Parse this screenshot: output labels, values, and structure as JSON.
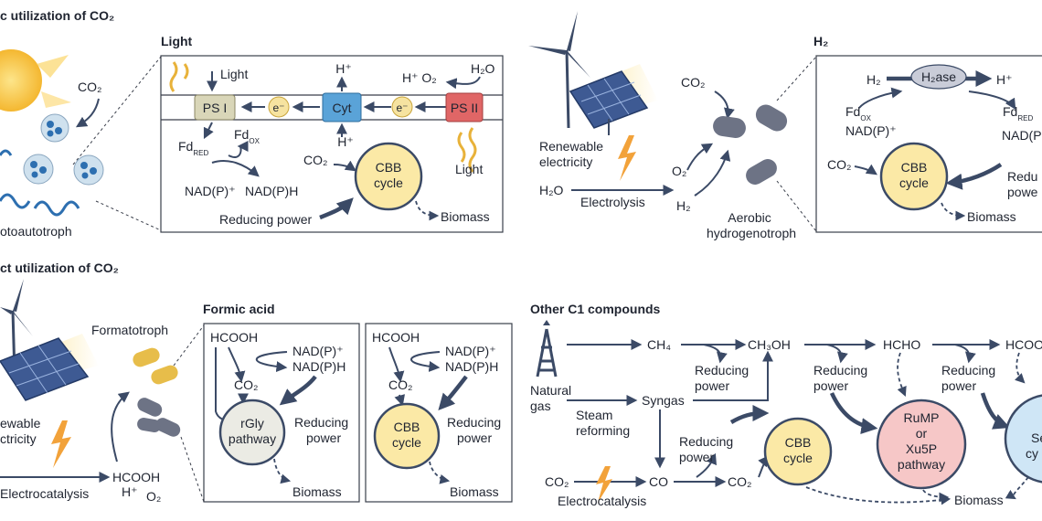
{
  "section_titles": {
    "direct": "c utilization of CO₂",
    "indirect": "ct utilization of CO₂"
  },
  "panel_titles": {
    "light": "Light",
    "h2": "H₂",
    "formic_acid": "Formic acid",
    "other_c1": "Other C1 compounds"
  },
  "light_panel": {
    "light_top": "Light",
    "light_bottom": "Light",
    "ps1": "PS I",
    "ps2": "PS II",
    "cyt": "Cyt",
    "e": "e⁻",
    "h_plus_top": "H⁺",
    "h_plus_bottom": "H⁺",
    "h_o2": "H⁺ O₂",
    "h2o": "H₂O",
    "fd_red": "Fd",
    "fd_red_sub": "RED",
    "fd_ox": "Fd",
    "fd_ox_sub": "OX",
    "nadp": "NAD(P)⁺",
    "nadph": "NAD(P)H",
    "co2": "CO₂",
    "cbb1": "CBB",
    "cbb2": "cycle",
    "reducing_power": "Reducing power",
    "biomass": "Biomass"
  },
  "left_top": {
    "co2": "CO₂",
    "organism": "otoautotroph"
  },
  "hydrogenotroph": {
    "renewable1": "Renewable",
    "renewable2": "electricity",
    "h2o": "H₂O",
    "electrolysis": "Electrolysis",
    "co2": "CO₂",
    "o2": "O₂",
    "h2": "H₂",
    "organism1": "Aerobic",
    "organism2": "hydrogenotroph"
  },
  "h2_panel": {
    "h2": "H₂",
    "h2ase": "H₂ase",
    "h_plus": "H⁺",
    "fd_ox": "Fd",
    "fd_ox_sub": "OX",
    "fd_red": "Fd",
    "fd_red_sub": "RED",
    "nadp": "NAD(P)⁺",
    "nadph": "NAD(P",
    "co2": "CO₂",
    "cbb1": "CBB",
    "cbb2": "cycle",
    "reducing1": "Redu",
    "reducing2": "powe",
    "biomass": "Biomass"
  },
  "formic": {
    "formatotroph": "Formatotroph",
    "renewable1": "ewable",
    "renewable2": "ctricity",
    "electrocatalysis": "Electrocatalysis",
    "hcooh": "HCOOH",
    "h_plus": "H⁺",
    "o2": "O₂",
    "box1": {
      "hcooh": "HCOOH",
      "nadp": "NAD(P)⁺",
      "nadph": "NAD(P)H",
      "co2": "CO₂",
      "cycle1": "rGly",
      "cycle2": "pathway",
      "reducing1": "Reducing",
      "reducing2": "power",
      "biomass": "Biomass"
    },
    "box2": {
      "hcooh": "HCOOH",
      "nadp": "NAD(P)⁺",
      "nadph": "NAD(P)H",
      "co2": "CO₂",
      "cycle1": "CBB",
      "cycle2": "cycle",
      "reducing1": "Reducing",
      "reducing2": "power",
      "biomass": "Biomass"
    }
  },
  "c1": {
    "natural_gas1": "Natural",
    "natural_gas2": "gas",
    "ch4": "CH₄",
    "ch3oh": "CH₃OH",
    "hcho": "HCHO",
    "hcooh": "HCOO",
    "reducing1": "Reducing",
    "reducing2": "power",
    "steam1": "Steam",
    "steam2": "reforming",
    "syngas": "Syngas",
    "co2_left": "CO₂",
    "co": "CO",
    "co2_mid": "CO₂",
    "electrocatalysis": "Electrocatalysis",
    "cbb1": "CBB",
    "cbb2": "cycle",
    "rump1": "RuMP",
    "rump2": "or",
    "rump3": "Xu5P",
    "rump4": "pathway",
    "ser1": "Se",
    "ser2": "cy",
    "biomass": "Biomass"
  },
  "colors": {
    "cycle_yellow": "#fbe9a6",
    "cycle_grey": "#ebebe4",
    "cycle_pink": "#f6c7c7",
    "cycle_blue": "#cfe6f6",
    "arrow": "#3b4a66",
    "ps1": "#d9d6b8",
    "ps2": "#e06666",
    "cyt": "#5aa3d8",
    "e_minus": "#f6e3a0",
    "h2ase": "#c9ccd8",
    "bacteria": "#6d7385",
    "formatotroph": "#e7bd4a",
    "lightning": "#f2a23a",
    "sun": "#f7c948"
  }
}
